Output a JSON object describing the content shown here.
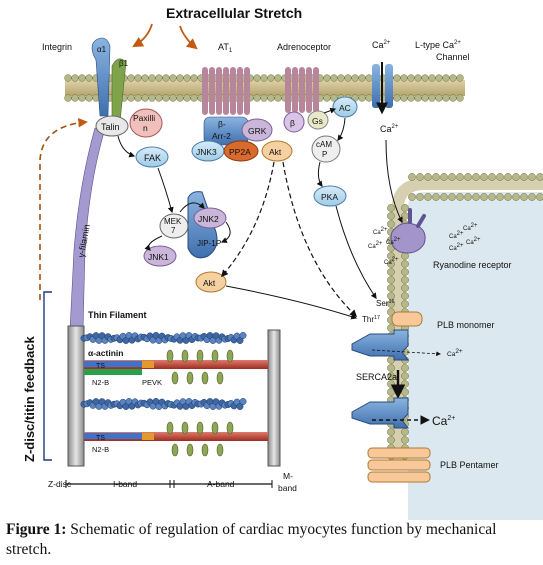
{
  "title": "Extracellular Stretch",
  "labels": {
    "integrin": "Integrin",
    "alpha1": "α1",
    "beta1": "β1",
    "at1": "AT",
    "at1_sub": "1",
    "adrenoceptor": "Adrenoceptor",
    "ca_top": "Ca",
    "ca_sup": "2+",
    "ltype": "L-type Ca",
    "ltype_sup": "2+",
    "channel": "Channel",
    "talin": "Talin",
    "paxillin_1": "Paxilli",
    "paxillin_2": "n",
    "fak": "FAK",
    "beta_arr_1": "β-",
    "beta_arr_2": "Arr-2",
    "grk": "GRK",
    "jnk3": "JNK3",
    "pp2a": "PP2A",
    "akt_top": "Akt",
    "beta_ar": "β",
    "gs": "Gs",
    "ac": "AC",
    "camp_1": "cAM",
    "camp_2": "P",
    "pka": "PKA",
    "ca_in": "Ca",
    "mek7_1": "MEK",
    "mek7_2": "7",
    "jnk2": "JNK2",
    "jnk1": "JNK1",
    "jip1": "JIP-1",
    "p": "P",
    "akt_mid": "Akt",
    "gamma_filamin": "γ-filamin",
    "thin_filament": "Thin Filament",
    "actinin": "α-actinin",
    "ts1": "TS",
    "n2b1": "N2-B",
    "pevk": "PEVK",
    "ts2": "TS",
    "n2b2": "N2-B",
    "zdisc": "Z-disc",
    "iband": "I-band",
    "aband": "A-band",
    "mband_1": "M-",
    "mband_2": "band",
    "feedback": "Z-disc/titin feedback",
    "ryr": "Ryanodine receptor",
    "ca_small": "Ca",
    "ser": "Ser",
    "ser_sup": "16",
    "thr": "Thr",
    "thr_sup": "17",
    "plb_monomer": "PLB monomer",
    "serca": "SERCA2a",
    "ca_serca_small": "Ca",
    "ca_serca_big": "Ca",
    "plb_pentamer": "PLB Pentamer"
  },
  "caption": {
    "label": "Figure 1:",
    "text": "Schematic of regulation of cardiac myocytes function by mechanical stretch."
  }
}
